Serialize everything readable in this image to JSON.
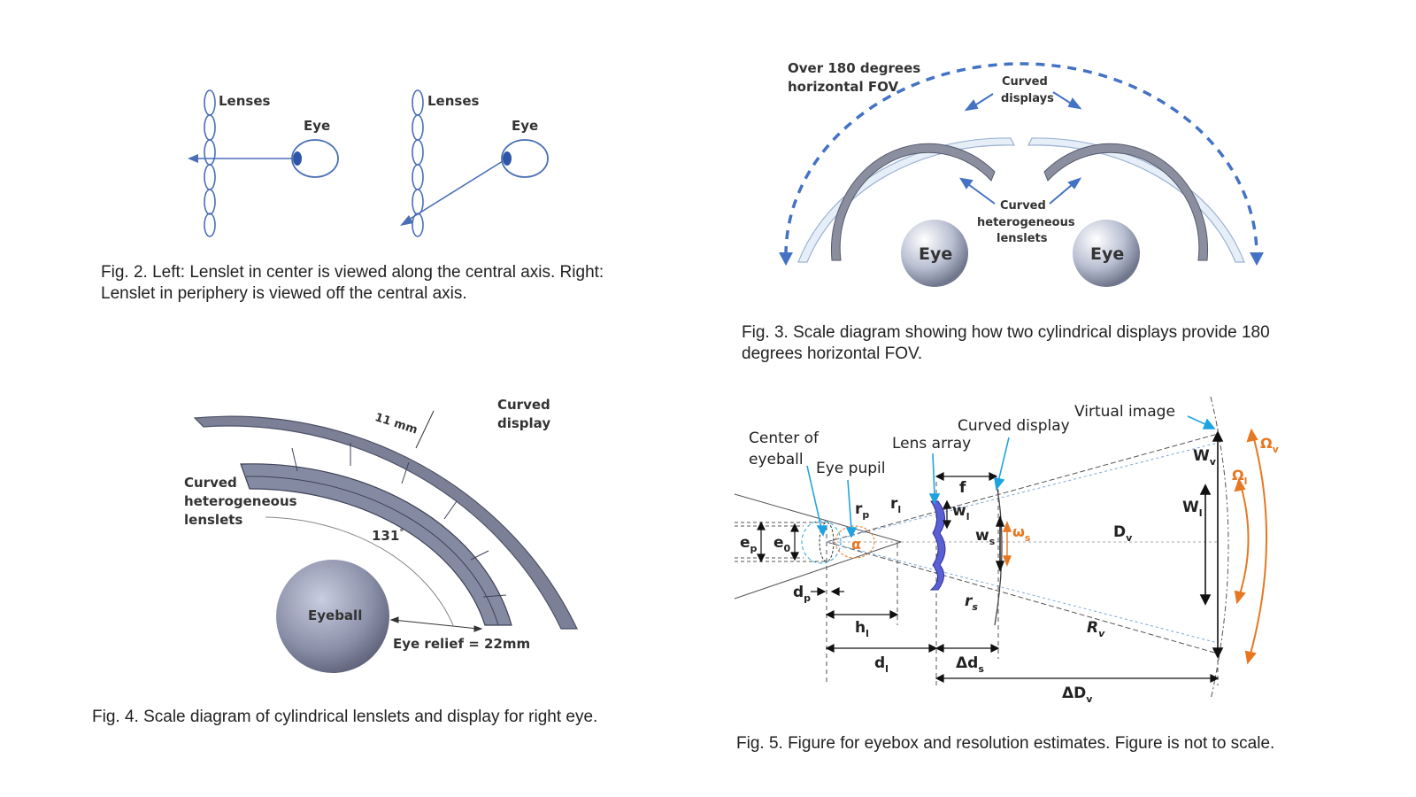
{
  "fig2": {
    "left_lenses": "Lenses",
    "left_eye": "Eye",
    "right_lenses": "Lenses",
    "right_eye": "Eye",
    "caption_line1": "Fig. 2.  Left: Lenslet in center is viewed along the central axis.  Right:",
    "caption_line2": "Lenslet in periphery is viewed off the central axis."
  },
  "fig3": {
    "fov_line1": "Over 180 degrees",
    "fov_line2": "horizontal FOV",
    "displays_line1": "Curved",
    "displays_line2": "displays",
    "lenslets_line1": "Curved",
    "lenslets_line2": "heterogeneous",
    "lenslets_line3": "lenslets",
    "eye_left": "Eye",
    "eye_right": "Eye",
    "caption_line1": "Fig. 3.  Scale diagram showing how two cylindrical displays provide 180",
    "caption_line2": "degrees horizontal FOV."
  },
  "fig4": {
    "display_line1": "Curved",
    "display_line2": "display",
    "thickness": "11 mm",
    "lenslets_line1": "Curved",
    "lenslets_line2": "heterogeneous",
    "lenslets_line3": "lenslets",
    "angle": "131",
    "angle_unit": "°",
    "eyeball": "Eyeball",
    "eye_relief": "Eye relief = 22mm",
    "caption": "Fig. 4.  Scale diagram of cylindrical lenslets and display for right eye."
  },
  "fig5": {
    "center_line1": "Center of",
    "center_line2": "eyeball",
    "eye_pupil": "Eye pupil",
    "lens_array": "Lens array",
    "curved_display": "Curved display",
    "virtual_image": "Virtual image",
    "rp": "r",
    "rp_sub": "p",
    "rl": "r",
    "rl_sub": "l",
    "ep": "e",
    "ep_sub": "p",
    "e0": "e",
    "e0_sub": "0",
    "alpha": "α",
    "dp": "d",
    "dp_sub": "p",
    "hl": "h",
    "hl_sub": "l",
    "dl": "d",
    "dl_sub": "l",
    "wl": "w",
    "wl_sub": "l",
    "f": "f",
    "ws": "w",
    "ws_sub": "s",
    "omega_s": "ω",
    "omega_s_sub": "s",
    "rs": "r",
    "rs_sub": "s",
    "dds": "Δd",
    "dds_sub": "s",
    "Dv": "D",
    "Dv_sub": "v",
    "Rv": "R",
    "Rv_sub": "v",
    "Wv": "W",
    "Wv_sub": "v",
    "Wl": "W",
    "Wl_sub": "l",
    "Omega_l": "Ω",
    "Omega_l_sub": "l",
    "Omega_v": "Ω",
    "Omega_v_sub": "v",
    "dDv": "ΔD",
    "dDv_sub": "v",
    "caption": "Fig. 5.  Figure for eyebox and resolution estimates. Figure is not to scale."
  },
  "colors": {
    "blue_arrow": "#4472c4",
    "lens_gray": "#6e7386",
    "orange": "#e87722",
    "cyan": "#1fa3e0",
    "lens_blue": "#5a5fd6"
  }
}
